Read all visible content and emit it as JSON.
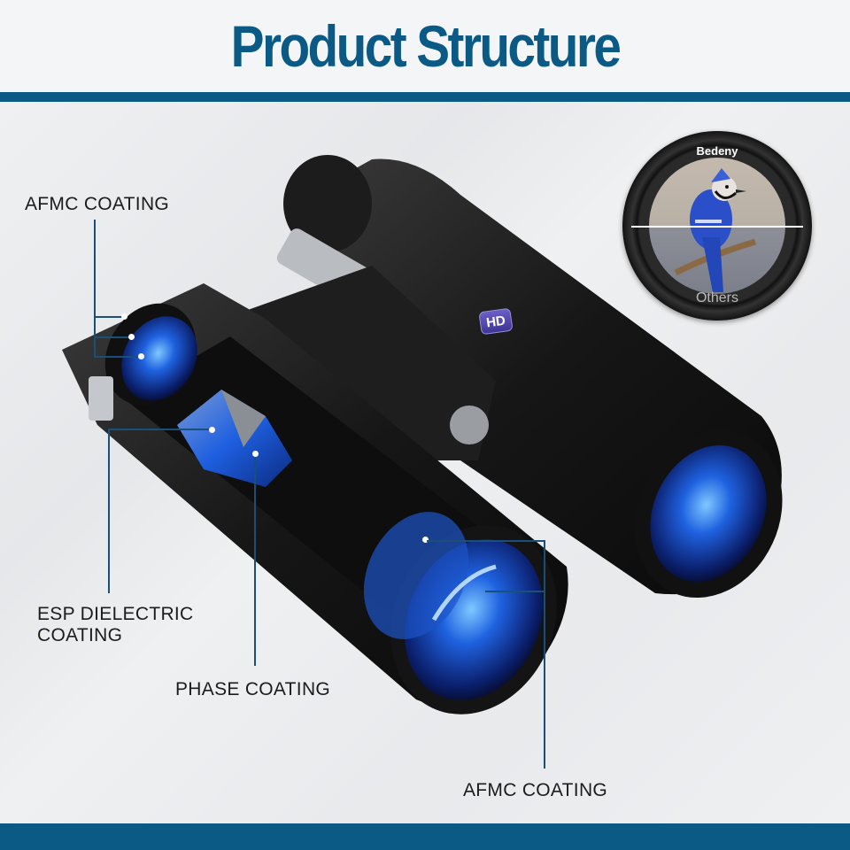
{
  "header": {
    "title": "Product Structure"
  },
  "product": {
    "badge": "HD",
    "eyepiece_view": {
      "brand_label": "Bedeny",
      "comparison_label": "Others"
    }
  },
  "callouts": [
    {
      "id": "afmc-top",
      "label": "AFMC COATING"
    },
    {
      "id": "esp",
      "label_line1": "ESP DIELECTRIC",
      "label_line2": "COATING"
    },
    {
      "id": "phase",
      "label": "PHASE COATING"
    },
    {
      "id": "afmc-bottom",
      "label": "AFMC COATING"
    }
  ],
  "colors": {
    "brand_blue": "#0b5a86",
    "callout_line": "#1a4f7a",
    "lens_blue": "#1f62e0"
  }
}
